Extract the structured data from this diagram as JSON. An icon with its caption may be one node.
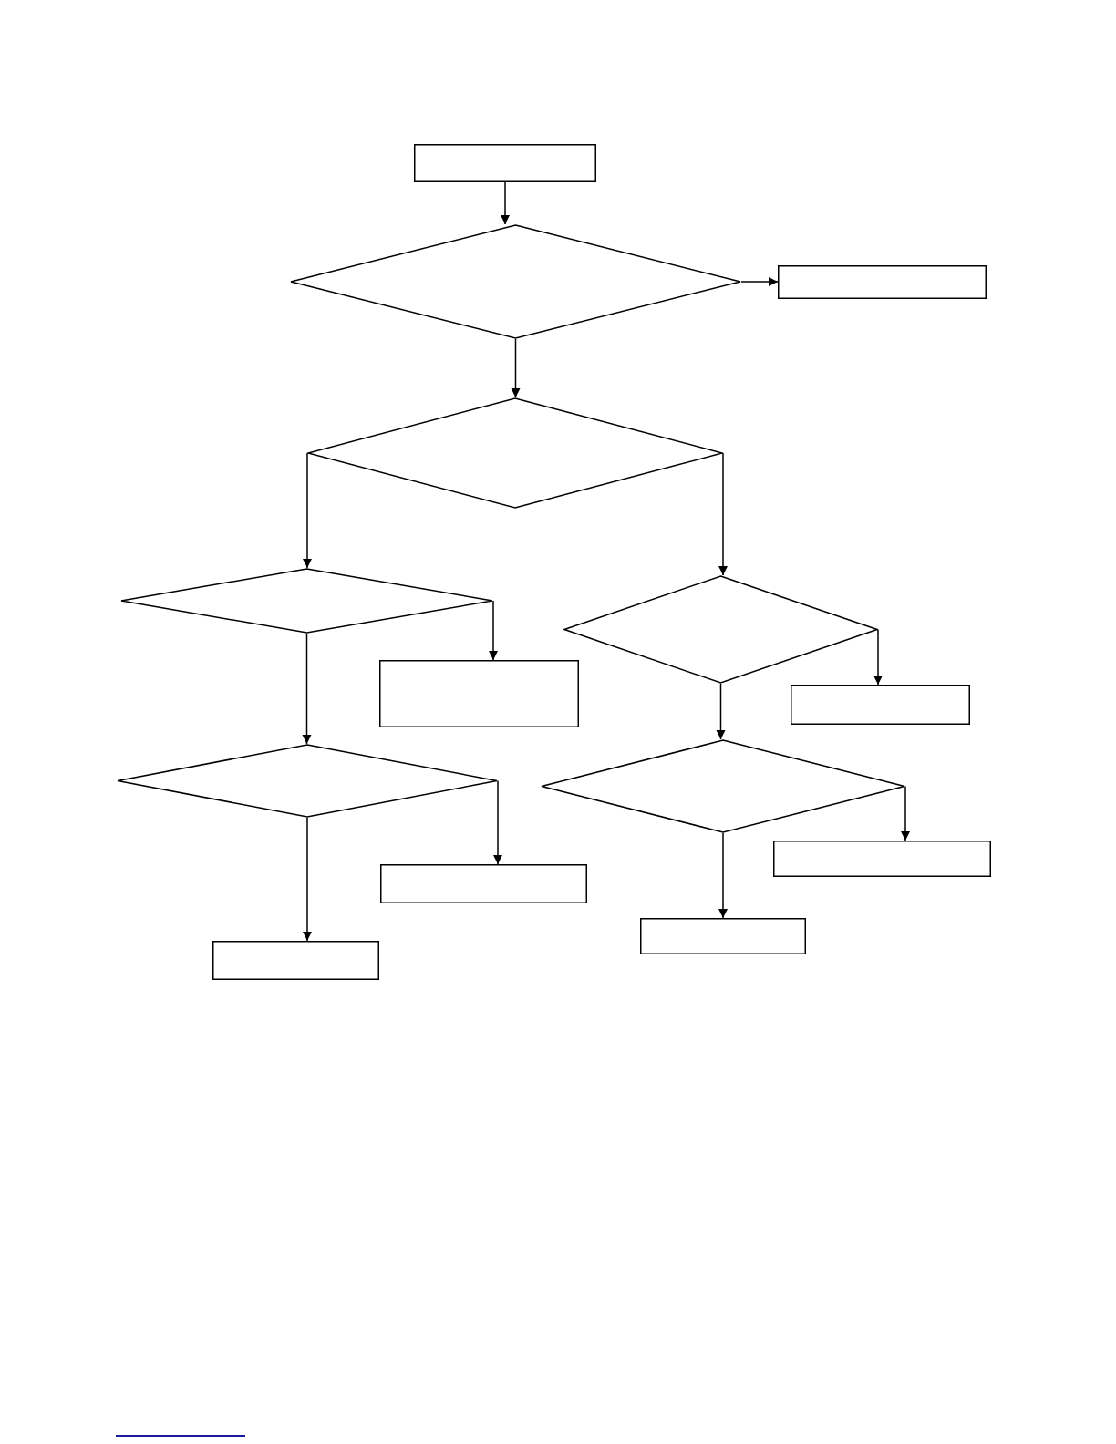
{
  "diagram": {
    "nodes": [
      {
        "text": [],
        "shape": "box"
      },
      {
        "text": [],
        "shape": "diamond"
      },
      {
        "text": [],
        "shape": "box"
      },
      {
        "text": [],
        "shape": "diamond"
      },
      {
        "text": [],
        "shape": "diamond"
      },
      {
        "text": [],
        "shape": "diamond"
      },
      {
        "text": [],
        "shape": "box"
      },
      {
        "text": [],
        "shape": "box"
      },
      {
        "text": [],
        "shape": "diamond"
      },
      {
        "text": [],
        "shape": "diamond"
      },
      {
        "text": [],
        "shape": "box"
      },
      {
        "text": [],
        "shape": "box"
      },
      {
        "text": [],
        "shape": "box"
      },
      {
        "text": [],
        "shape": "box"
      }
    ],
    "edges": [
      {
        "from": 0,
        "to": 1,
        "arrow": "to"
      },
      {
        "from": 1,
        "to": 2,
        "arrow": "to"
      },
      {
        "from": 1,
        "to": 3,
        "arrow": "to"
      },
      {
        "from": 3,
        "to": 4,
        "arrow": "to"
      },
      {
        "from": 3,
        "to": 5,
        "arrow": "to"
      },
      {
        "from": 4,
        "to": 6,
        "arrow": "to"
      },
      {
        "from": 4,
        "to": 8,
        "arrow": "to"
      },
      {
        "from": 5,
        "to": 7,
        "arrow": "to"
      },
      {
        "from": 5,
        "to": 9,
        "arrow": "to"
      },
      {
        "from": 8,
        "to": 10,
        "arrow": "to"
      },
      {
        "from": 8,
        "to": 13,
        "arrow": "to"
      },
      {
        "from": 9,
        "to": 11,
        "arrow": "to"
      },
      {
        "from": 9,
        "to": 12,
        "arrow": "to"
      }
    ]
  }
}
